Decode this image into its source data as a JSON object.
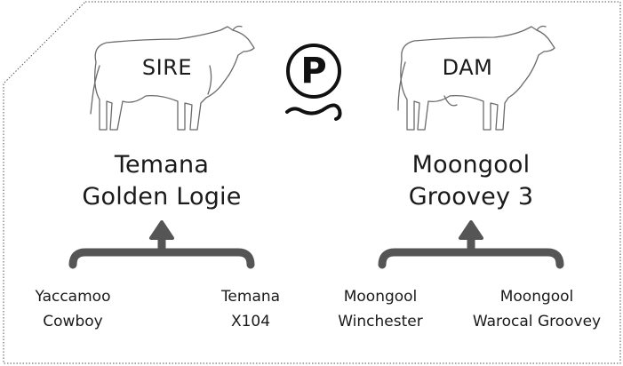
{
  "logo": {
    "letter": "P",
    "icon": "polled-logo-icon"
  },
  "sire": {
    "label": "SIRE",
    "name_line1": "Temana",
    "name_line2": "Golden Logie",
    "icon": "bull-outline-icon",
    "ancestors": [
      {
        "line1": "Yaccamoo",
        "line2": "Cowboy"
      },
      {
        "line1": "Temana",
        "line2": "X104"
      }
    ]
  },
  "dam": {
    "label": "DAM",
    "name_line1": "Moongool",
    "name_line2": "Groovey 3",
    "icon": "cow-outline-icon",
    "ancestors": [
      {
        "line1": "Moongool",
        "line2": "Winchester"
      },
      {
        "line1": "Moongool",
        "line2": "Warocal Groovey"
      }
    ]
  },
  "colors": {
    "line": "#333333",
    "arrow": "#555555",
    "text": "#1a1a1a"
  }
}
